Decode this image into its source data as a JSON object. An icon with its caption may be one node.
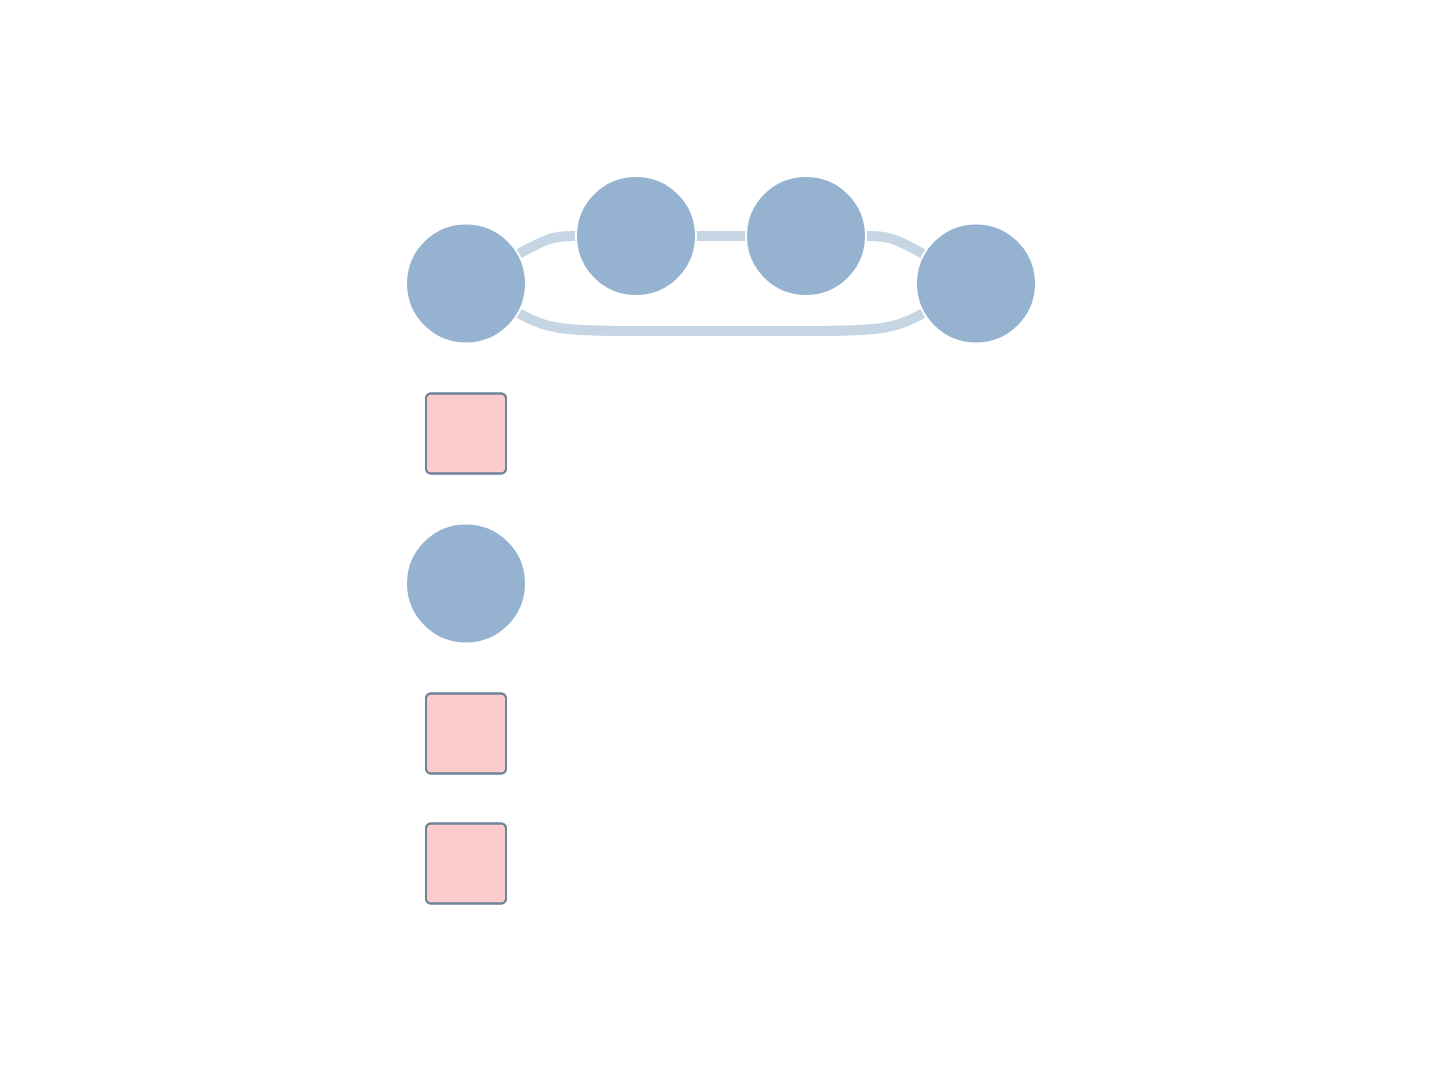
{
  "diagram": {
    "nodes": [
      {
        "text": [],
        "shape": "circle"
      },
      {
        "text": [],
        "shape": "box"
      },
      {
        "text": [],
        "shape": "circle"
      },
      {
        "text": [],
        "shape": "circle"
      },
      {
        "text": [],
        "shape": "circle"
      },
      {
        "text": [],
        "shape": "box"
      },
      {
        "text": [],
        "shape": "circle"
      },
      {
        "text": [],
        "shape": "box"
      }
    ],
    "edges": [
      {
        "from": 0,
        "to": 4,
        "arrow": "none"
      },
      {
        "from": 4,
        "to": 6,
        "arrow": "none"
      },
      {
        "from": 6,
        "to": 2,
        "arrow": "none"
      },
      {
        "from": 2,
        "to": 0,
        "arrow": "none"
      }
    ]
  }
}
